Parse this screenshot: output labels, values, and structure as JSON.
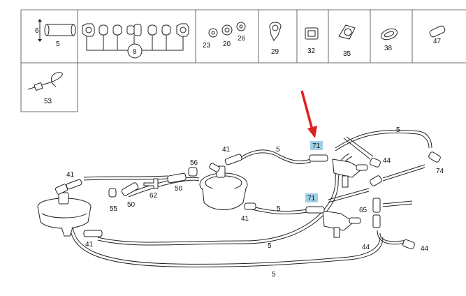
{
  "parts_table": {
    "row1": [
      {
        "id": "c1",
        "labels": [
          "6",
          "5"
        ]
      },
      {
        "id": "c2",
        "labels": [
          "8"
        ]
      },
      {
        "id": "c3",
        "labels": [
          "23",
          "20",
          "26"
        ]
      },
      {
        "id": "c4",
        "labels": [
          "29"
        ]
      },
      {
        "id": "c5",
        "labels": [
          "32"
        ]
      },
      {
        "id": "c6",
        "labels": [
          "35"
        ]
      },
      {
        "id": "c7",
        "labels": [
          "38"
        ]
      },
      {
        "id": "c8",
        "labels": [
          "47"
        ]
      }
    ],
    "row2": [
      {
        "id": "c9",
        "labels": [
          "53"
        ]
      }
    ]
  },
  "diagram_labels": {
    "l5_top": "5",
    "l41_top": "41",
    "l5_mid": "5",
    "l44_a": "44",
    "l74": "74",
    "l56": "56",
    "l41_left": "41",
    "l50_a": "50",
    "l62": "62",
    "l55": "55",
    "l50_b": "50",
    "l5_b": "5",
    "l41_mid": "41",
    "l65": "65",
    "l44_b": "44",
    "l44_c": "44",
    "l41_bot": "41",
    "l5_bot": "5",
    "l5_lowest": "5"
  },
  "highlights": {
    "h1": "71",
    "h2": "71"
  },
  "colors": {
    "arrow": "#e02020",
    "highlight": "#9fd0e6"
  }
}
